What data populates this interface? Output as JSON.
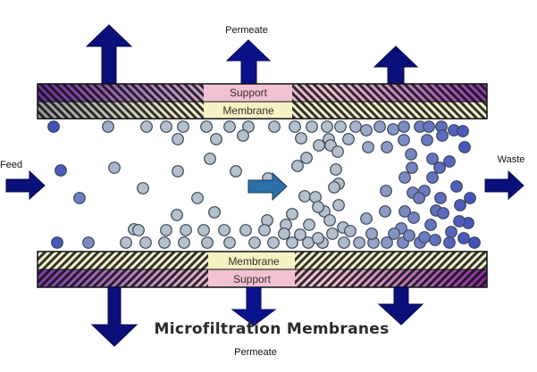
{
  "diagram": {
    "title": "Microfiltration Membranes",
    "labels": {
      "feed": "Feed",
      "waste": "Waste",
      "permeate_top": "Permeate",
      "permeate_bottom": "Permeate"
    },
    "top_layer": {
      "outer_band": "Support",
      "inner_band": "Membrane"
    },
    "bottom_layer": {
      "inner_band": "Membrane",
      "outer_band": "Support"
    },
    "colors": {
      "arrow_navy": "#0a0f7a",
      "flow_arrow": "#2a6fa8",
      "support_band": "#f2c2d2",
      "membrane_band": "#f5f2c4",
      "support_hatch_dark": "#5a2a8a",
      "particle_light": "#b4c0cc",
      "particle_dark": "#3a4ab8"
    }
  }
}
